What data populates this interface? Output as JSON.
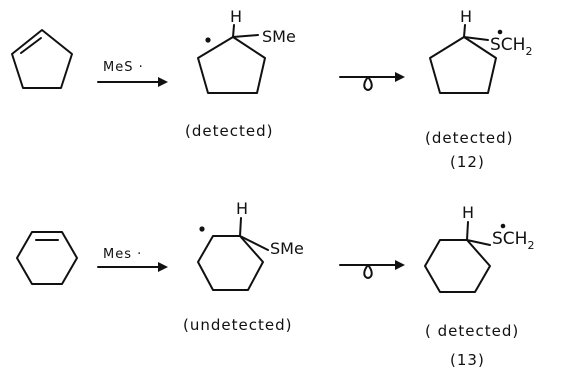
{
  "row1": {
    "reagent": "MeS ·",
    "intermediate_substituent": "SMe",
    "intermediate_h": "H",
    "intermediate_caption": "(detected)",
    "product_h": "H",
    "product_group": "SCH",
    "product_subscript": "2",
    "product_caption": "(detected)",
    "product_number": "(12)"
  },
  "row2": {
    "reagent": "Mes ·",
    "intermediate_substituent": "SMe",
    "intermediate_h": "H",
    "intermediate_caption": "(undetected)",
    "product_h": "H",
    "product_group": "SCH",
    "product_subscript": "2",
    "product_caption": "( detected)",
    "product_number": "(13)"
  }
}
